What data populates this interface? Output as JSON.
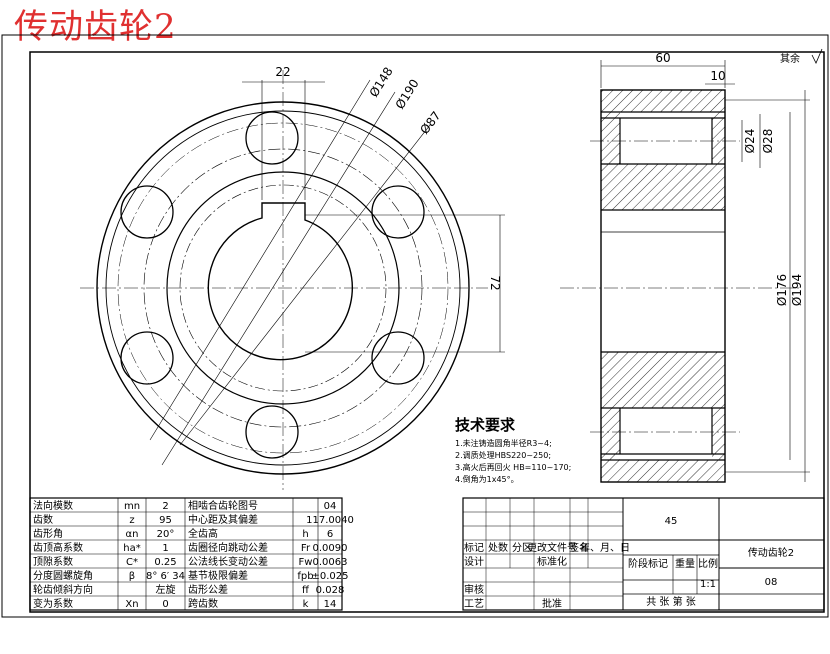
{
  "title": "传动齿轮2",
  "front_view": {
    "dims": {
      "keyway_width": "22",
      "d148": "Ø148",
      "d190": "Ø190",
      "d87": "Ø87",
      "key_height": "72"
    }
  },
  "section_view": {
    "dims": {
      "width": "60",
      "hub_width": "10",
      "bore_small": "Ø24",
      "bore_large": "Ø28",
      "d176": "Ø176",
      "d194": "Ø194"
    },
    "roughness_note": "其余"
  },
  "tech_requirements": {
    "heading": "技术要求",
    "items": [
      "1.未注铸造圆角半径R3~4;",
      "2.调质处理HBS220~250;",
      "3.高火后再回火 HB=110~170;",
      "4.倒角为1x45°。"
    ]
  },
  "gear_params": [
    [
      "法向模数",
      "mn",
      "2",
      "相啮合齿轮图号",
      "",
      "04"
    ],
    [
      "齿数",
      "z",
      "95",
      "中心距及其偏差",
      "",
      "117.0040"
    ],
    [
      "齿形角",
      "αn",
      "20°",
      "全齿高",
      "h",
      "6"
    ],
    [
      "齿顶高系数",
      "ha*",
      "1",
      "齿圈径向跳动公差",
      "Fr",
      "0.0090"
    ],
    [
      "顶隙系数",
      "C*",
      "0.25",
      "公法线长变动公差",
      "Fw",
      "0.0063"
    ],
    [
      "分度圆螺旋角",
      "β",
      "8° 6′ 34",
      "基节极限偏差",
      "fpb",
      "±0.025"
    ],
    [
      "轮齿倾斜方向",
      "",
      "左旋",
      "齿形公差",
      "ff",
      "0.028"
    ],
    [
      "变为系数",
      "Xn",
      "0",
      "跨齿数",
      "k",
      "14"
    ]
  ],
  "title_block": {
    "material": "45",
    "part_name": "传动齿轮2",
    "drawing_no": "08",
    "scale": "1:1",
    "scale_label": "比例",
    "weight_label": "重量",
    "stage_label": "阶段标记",
    "rev_headers": [
      "标记",
      "处数",
      "分区",
      "更改文件号",
      "签名",
      "年、月、日"
    ],
    "design_label": "设计",
    "standard_label": "标准化",
    "review_label": "审核",
    "process_label": "工艺",
    "approve_label": "批准",
    "sheet_text": "共  张  第  张"
  }
}
